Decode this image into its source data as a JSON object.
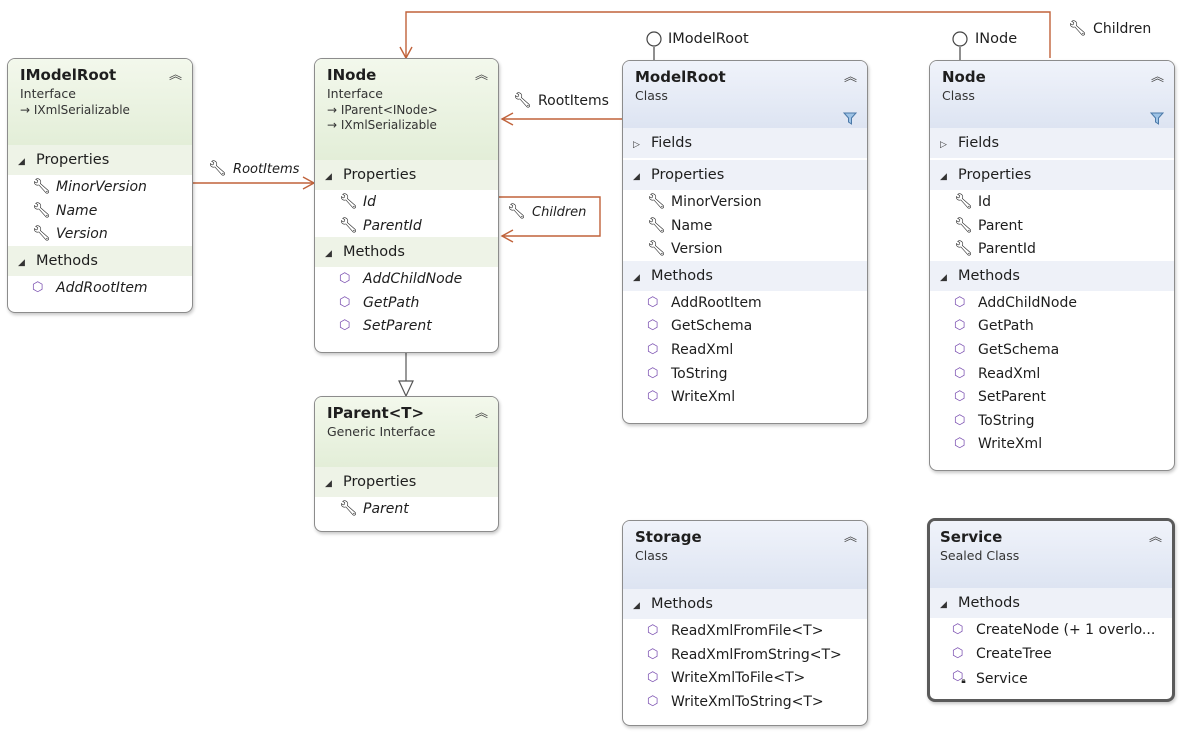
{
  "boxes": {
    "imodelroot": {
      "title": "IModelRoot",
      "stereotype": "Interface",
      "implements": [
        "IXmlSerializable"
      ],
      "properties_label": "Properties",
      "properties": [
        "MinorVersion",
        "Name",
        "Version"
      ],
      "methods_label": "Methods",
      "methods": [
        "AddRootItem"
      ]
    },
    "inode": {
      "title": "INode",
      "stereotype": "Interface",
      "implements": [
        "IParent<INode>",
        "IXmlSerializable"
      ],
      "properties_label": "Properties",
      "properties": [
        "Id",
        "ParentId"
      ],
      "methods_label": "Methods",
      "methods": [
        "AddChildNode",
        "GetPath",
        "SetParent"
      ]
    },
    "iparent": {
      "title": "IParent<T>",
      "stereotype": "Generic Interface",
      "properties_label": "Properties",
      "properties": [
        "Parent"
      ]
    },
    "modelroot": {
      "title": "ModelRoot",
      "stereotype": "Class",
      "fields_label": "Fields",
      "properties_label": "Properties",
      "properties": [
        "MinorVersion",
        "Name",
        "Version"
      ],
      "methods_label": "Methods",
      "methods": [
        "AddRootItem",
        "GetSchema",
        "ReadXml",
        "ToString",
        "WriteXml"
      ]
    },
    "node": {
      "title": "Node",
      "stereotype": "Class",
      "fields_label": "Fields",
      "properties_label": "Properties",
      "properties": [
        "Id",
        "Parent",
        "ParentId"
      ],
      "methods_label": "Methods",
      "methods": [
        "AddChildNode",
        "GetPath",
        "GetSchema",
        "ReadXml",
        "SetParent",
        "ToString",
        "WriteXml"
      ]
    },
    "storage": {
      "title": "Storage",
      "stereotype": "Class",
      "methods_label": "Methods",
      "methods": [
        "ReadXmlFromFile<T>",
        "ReadXmlFromString<T>",
        "WriteXmlToFile<T>",
        "WriteXmlToString<T>"
      ]
    },
    "service": {
      "title": "Service",
      "stereotype": "Sealed Class",
      "methods_label": "Methods",
      "methods": [
        "CreateNode (+ 1 overlo...",
        "CreateTree",
        "Service"
      ]
    }
  },
  "connectors": {
    "imodelroot_rootitems": "RootItems",
    "inode_children": "Children",
    "modelroot_rootitems": "RootItems",
    "node_children": "Children"
  },
  "lollipops": {
    "modelroot": "IModelRoot",
    "node": "INode"
  },
  "icons": {
    "property": "wrench-icon",
    "method": "method-cube-icon",
    "collapse": "chevron-double-up-icon",
    "filter": "filter-icon"
  },
  "colors": {
    "association": "#c0623a",
    "interface_header": "#e3eed8",
    "class_header": "#dde4f2",
    "method_icon": "#7a4fb0"
  }
}
